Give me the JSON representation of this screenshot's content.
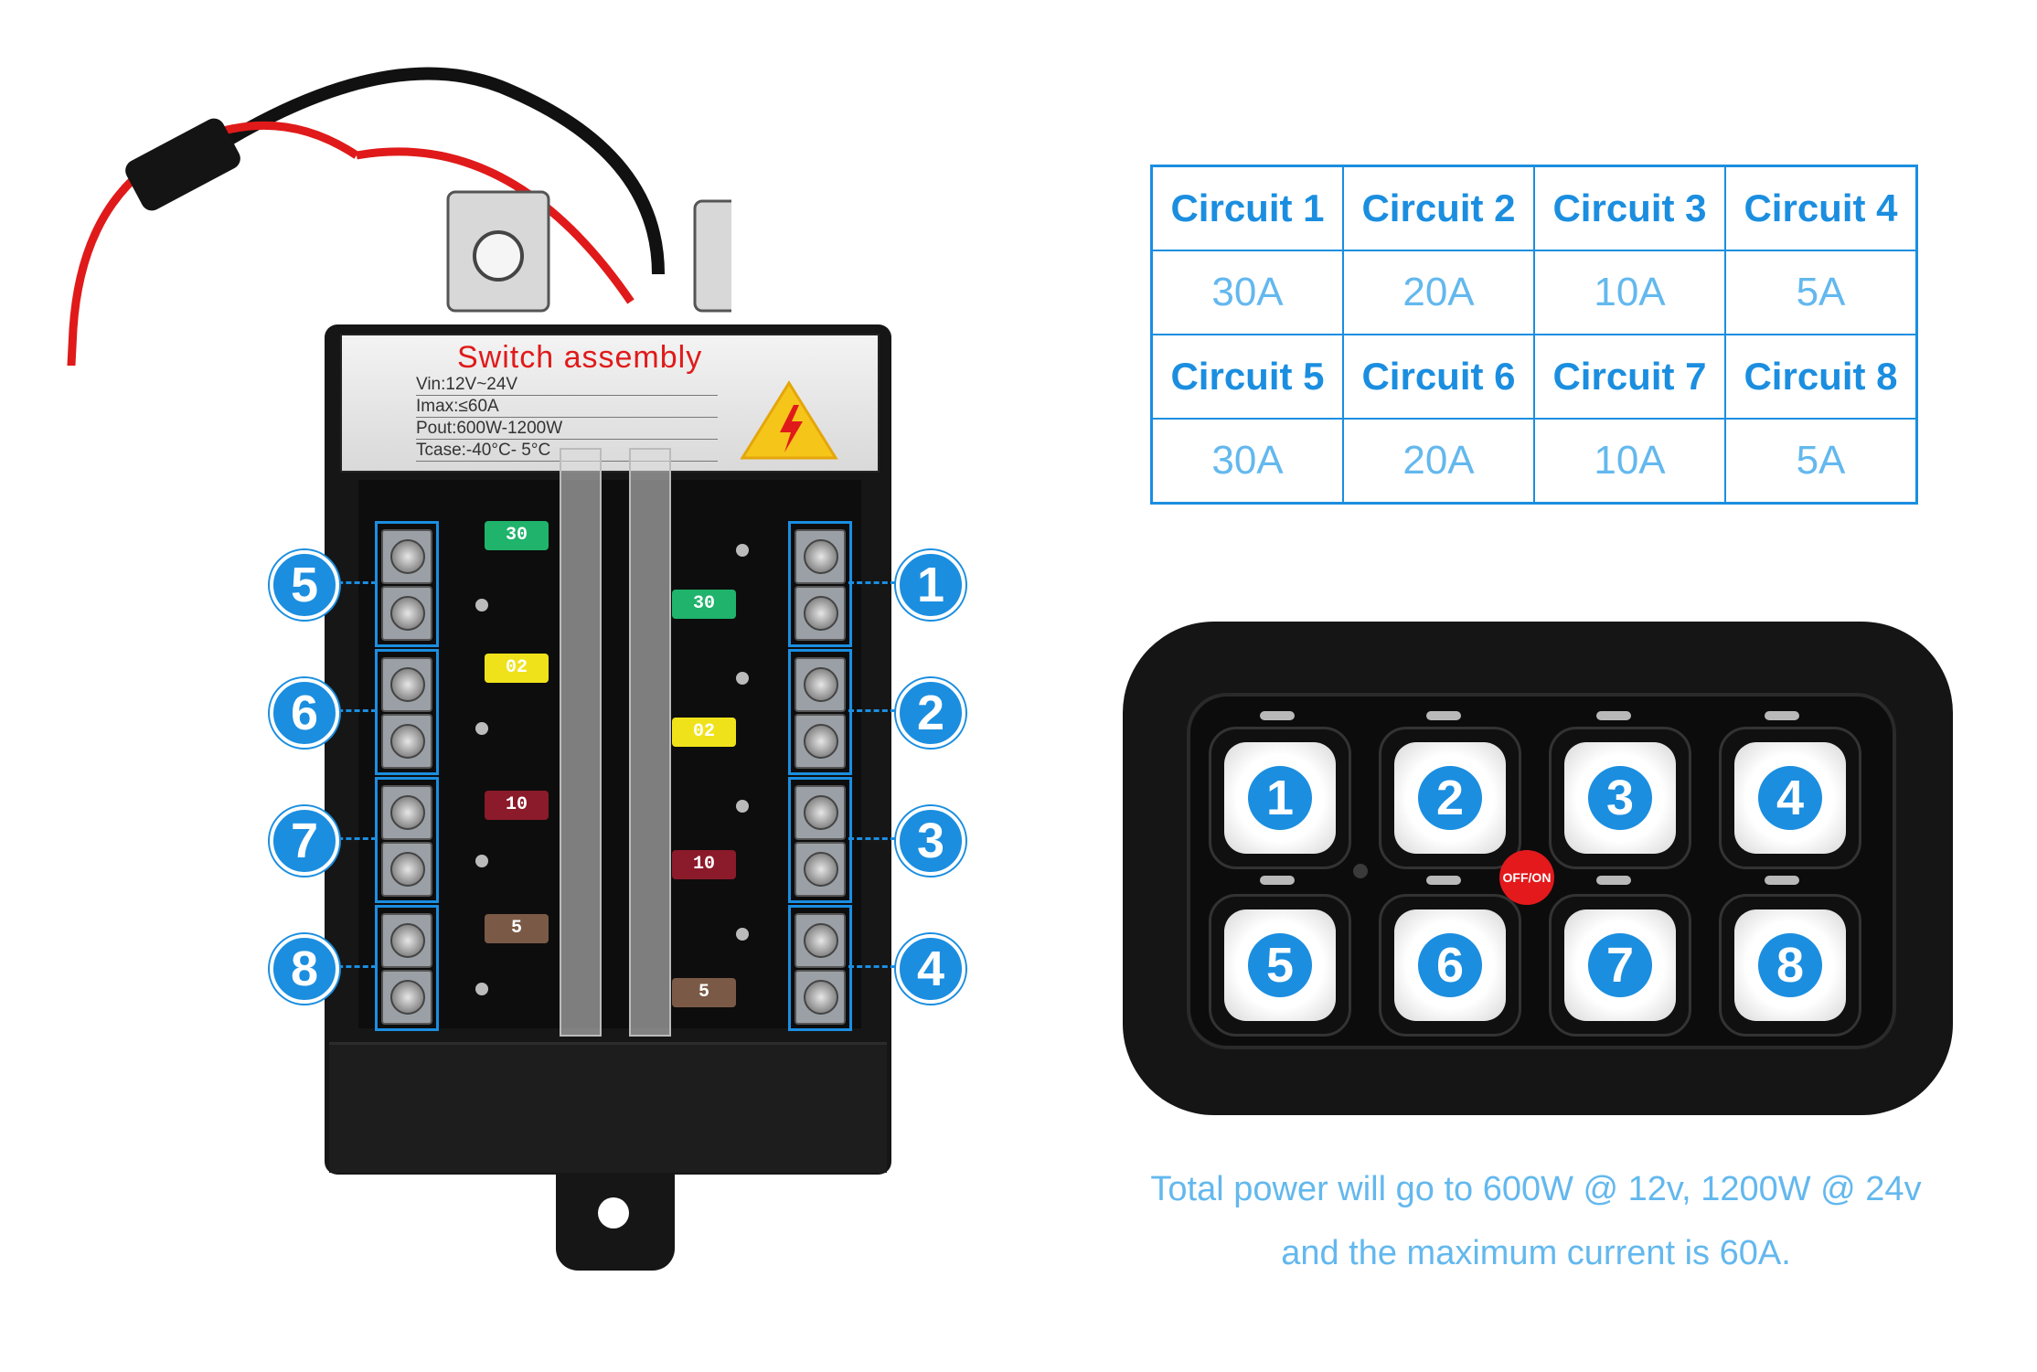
{
  "assembly": {
    "title": "Switch assembly",
    "specs": [
      "Vin:12V~24V",
      "Imax:≤60A",
      "Pout:600W-1200W",
      "Tcase:-40°C-  5°C"
    ],
    "left_channels": [
      "5",
      "6",
      "7",
      "8"
    ],
    "right_channels": [
      "1",
      "2",
      "3",
      "4"
    ],
    "left_fuses": [
      {
        "label": "30",
        "color": "#1fb36b"
      },
      {
        "label": "02",
        "color": "#f0e21a"
      },
      {
        "label": "10",
        "color": "#8b1a2a"
      },
      {
        "label": "5",
        "color": "#7a5a46"
      }
    ],
    "right_fuses": [
      {
        "label": "30",
        "color": "#1fb36b"
      },
      {
        "label": "02",
        "color": "#f0e21a"
      },
      {
        "label": "10",
        "color": "#8b1a2a"
      },
      {
        "label": "5",
        "color": "#7a5a46"
      }
    ]
  },
  "table": {
    "row1_headers": [
      "Circuit 1",
      "Circuit 2",
      "Circuit 3",
      "Circuit 4"
    ],
    "row1_values": [
      "30A",
      "20A",
      "10A",
      "5A"
    ],
    "row2_headers": [
      "Circuit 5",
      "Circuit 6",
      "Circuit 7",
      "Circuit 8"
    ],
    "row2_values": [
      "30A",
      "20A",
      "10A",
      "5A"
    ]
  },
  "keypad": {
    "buttons": [
      "1",
      "2",
      "3",
      "4",
      "5",
      "6",
      "7",
      "8"
    ],
    "power_label": "OFF/ON"
  },
  "footer": {
    "line1": "Total power will go to 600W @ 12v, 1200W @ 24v",
    "line2": "and the maximum current is 60A."
  },
  "colors": {
    "accent": "#1b8ee0",
    "light_accent": "#63b8ee",
    "power": "#e3191c"
  }
}
